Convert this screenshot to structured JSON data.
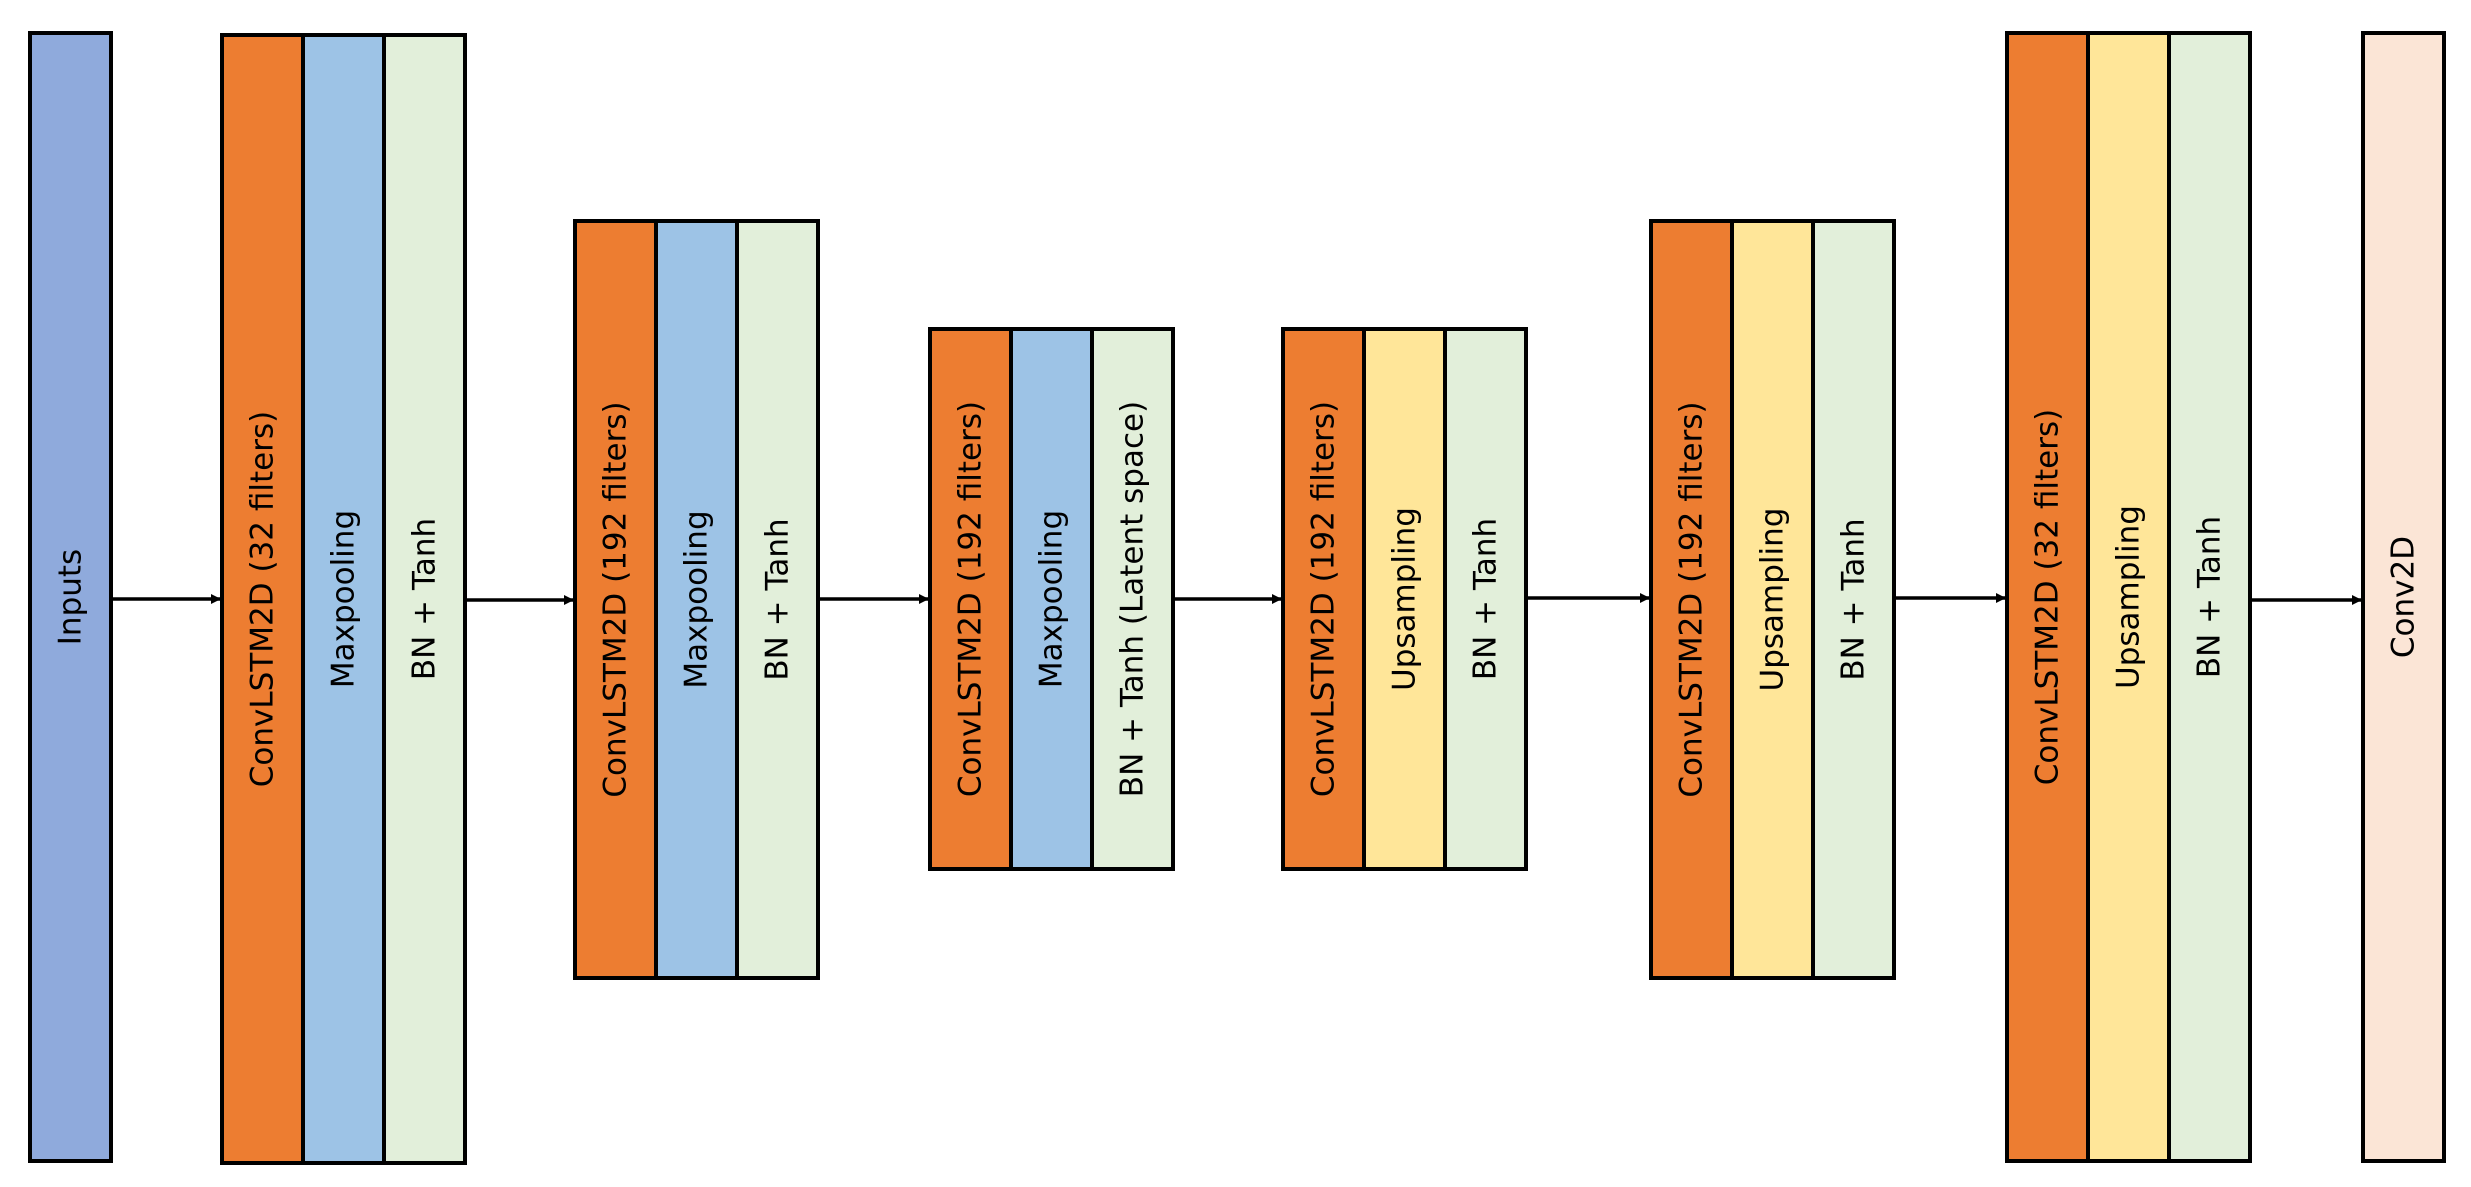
{
  "colors": {
    "input": "#8FAADC",
    "convlstm": "#ED7D31",
    "maxpool": "#9DC3E6",
    "bn": "#E2EFDA",
    "upsample": "#FFE699",
    "output": "#FBE5D6",
    "stroke": "#000000"
  },
  "blocks": [
    {
      "id": "inputs",
      "layers": [
        {
          "label": "Inputs",
          "kind": "input"
        }
      ]
    },
    {
      "id": "encoder-1",
      "layers": [
        {
          "label": "ConvLSTM2D (32 filters)",
          "kind": "convlstm"
        },
        {
          "label": "Maxpooling",
          "kind": "maxpool"
        },
        {
          "label": "BN + Tanh",
          "kind": "bn"
        }
      ]
    },
    {
      "id": "encoder-2",
      "layers": [
        {
          "label": "ConvLSTM2D (192 filters)",
          "kind": "convlstm"
        },
        {
          "label": "Maxpooling",
          "kind": "maxpool"
        },
        {
          "label": "BN + Tanh",
          "kind": "bn"
        }
      ]
    },
    {
      "id": "encoder-3",
      "layers": [
        {
          "label": "ConvLSTM2D (192 filters)",
          "kind": "convlstm"
        },
        {
          "label": "Maxpooling",
          "kind": "maxpool"
        },
        {
          "label": "BN + Tanh (Latent space)",
          "kind": "bn"
        }
      ]
    },
    {
      "id": "decoder-1",
      "layers": [
        {
          "label": "ConvLSTM2D (192 filters)",
          "kind": "convlstm"
        },
        {
          "label": "Upsampling",
          "kind": "upsample"
        },
        {
          "label": "BN + Tanh",
          "kind": "bn"
        }
      ]
    },
    {
      "id": "decoder-2",
      "layers": [
        {
          "label": "ConvLSTM2D (192 filters)",
          "kind": "convlstm"
        },
        {
          "label": "Upsampling",
          "kind": "upsample"
        },
        {
          "label": "BN + Tanh",
          "kind": "bn"
        }
      ]
    },
    {
      "id": "decoder-3",
      "layers": [
        {
          "label": "ConvLSTM2D (32 filters)",
          "kind": "convlstm"
        },
        {
          "label": "Upsampling",
          "kind": "upsample"
        },
        {
          "label": "BN + Tanh",
          "kind": "bn"
        }
      ]
    },
    {
      "id": "output",
      "layers": [
        {
          "label": "Conv2D",
          "kind": "output"
        }
      ]
    }
  ]
}
